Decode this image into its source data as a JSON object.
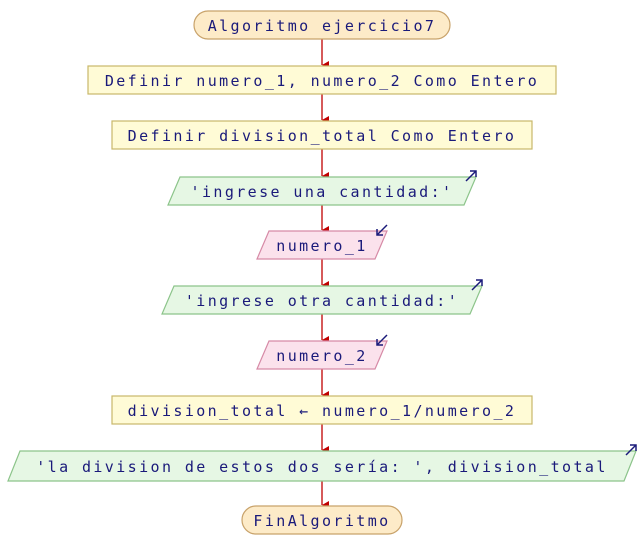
{
  "colors": {
    "terminal_fill": "#fdebc8",
    "terminal_stroke": "#c8a26a",
    "process_fill": "#fffbd6",
    "process_stroke": "#c8b86a",
    "output_fill": "#e6f7e4",
    "output_stroke": "#8cc48a",
    "input_fill": "#fbe2ec",
    "input_stroke": "#d68aa6",
    "arrow": "#c00000",
    "text": "#1a1a7a",
    "io_icon": "#1a1a7a"
  },
  "nodes": [
    {
      "id": "start",
      "kind": "terminal",
      "text": "Algoritmo ejercicio7"
    },
    {
      "id": "def1",
      "kind": "process",
      "text": "Definir numero_1, numero_2 Como Entero"
    },
    {
      "id": "def2",
      "kind": "process",
      "text": "Definir division_total Como Entero"
    },
    {
      "id": "out1",
      "kind": "output",
      "text": "'ingrese una cantidad:'",
      "icon": "output-arrow-icon"
    },
    {
      "id": "in1",
      "kind": "input",
      "text": "numero_1",
      "icon": "input-arrow-icon"
    },
    {
      "id": "out2",
      "kind": "output",
      "text": "'ingrese otra cantidad:'",
      "icon": "output-arrow-icon"
    },
    {
      "id": "in2",
      "kind": "input",
      "text": "numero_2",
      "icon": "input-arrow-icon"
    },
    {
      "id": "assign",
      "kind": "process",
      "text": "division_total ← numero_1/numero_2"
    },
    {
      "id": "out3",
      "kind": "output",
      "text": "'la division de estos dos sería: ', division_total",
      "icon": "output-arrow-icon"
    },
    {
      "id": "end",
      "kind": "terminal",
      "text": "FinAlgoritmo"
    }
  ]
}
